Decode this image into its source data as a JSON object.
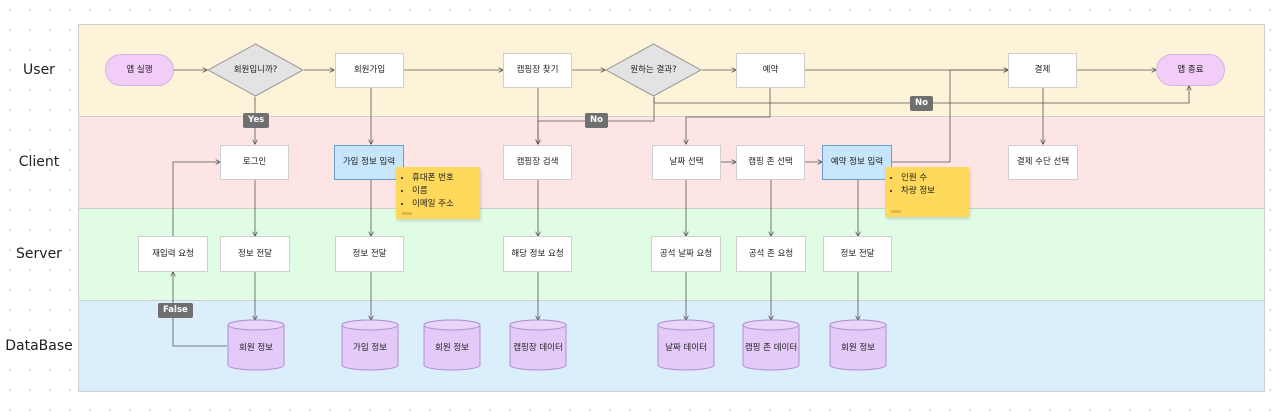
{
  "lanes": [
    "User",
    "Client",
    "Server",
    "DataBase"
  ],
  "colors": {
    "user": "#fdf3d8",
    "client": "#fde5e5",
    "server": "#e1fce5",
    "database": "#dbeefc",
    "terminal": "#f2cdf7",
    "highlight": "#c7e5fb",
    "database_node": "#e4caf8",
    "note": "#ffd95c"
  },
  "nodes": {
    "app_start": "앱 실행",
    "is_member": "회원입니까?",
    "signup": "회원가입",
    "find_camp": "캠핑장 찾기",
    "desired_result": "원하는 결과?",
    "reserve": "예약",
    "payment": "결제",
    "app_end": "앱 종료",
    "login": "로그인",
    "signup_input": "가입 정보 입력",
    "camp_search": "캠핑장 검색",
    "date_select": "날짜 선택",
    "zone_select": "캠핑 존 선택",
    "reserve_input": "예약 정보 입력",
    "pay_method": "결제 수단 선택",
    "reenter": "재입력 요청",
    "info_send_1": "정보 전달",
    "info_send_2": "정보 전달",
    "info_request": "해당 정보 요청",
    "vacant_date_req": "공석 날짜 요청",
    "vacant_zone_req": "공석 존 요청",
    "info_send_3": "정보 전달"
  },
  "databases": {
    "member_info_1": "회원 정보",
    "signup_info": "가입 정보",
    "member_info_2": "회원  정보",
    "camp_data": "캠핑장 데이터",
    "date_data": "날짜 데이터",
    "zone_data": "캠핑 존 데이터",
    "member_info_3": "회원 정보"
  },
  "notes": {
    "signup_fields": [
      "휴대폰 번호",
      "이름",
      "이메일 주소"
    ],
    "reserve_fields": [
      "인원 수",
      "차량 정보"
    ]
  },
  "edge_labels": {
    "yes": "Yes",
    "no_1": "No",
    "no_2": "No",
    "false": "False"
  }
}
